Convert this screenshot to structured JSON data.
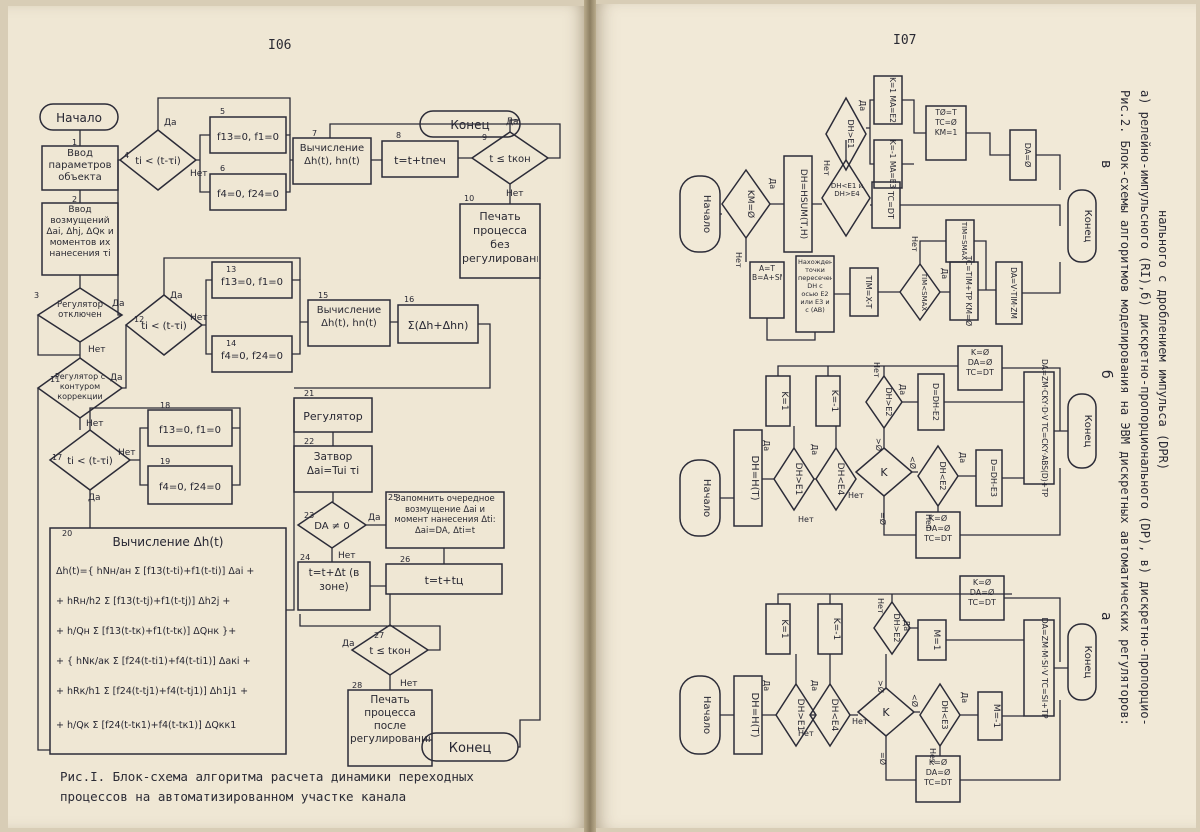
{
  "left_page": {
    "page_number": "I06",
    "caption_line1": "Рис.I. Блок-схема алгоритма расчета динамики переходных",
    "caption_line2": "процессов на автоматизированном участке канала",
    "start": "Начало",
    "end": "Конец",
    "yes": "Да",
    "no": "Нет",
    "b1": "Ввод параметров объекта",
    "b2": "Ввод возмущений Δai, Δhj, ΔQк и моментов их нанесения τi",
    "b3": "Регулятор отключен",
    "b4": "ti < (t-τi)",
    "b5": "f13=0, f1=0",
    "b6": "f4=0, f24=0",
    "b7": "Вычисление Δh(t), hn(t)",
    "b8": "t=t+tпеч",
    "b9": "t ≤ tкон",
    "b10": "Печать процесса без регулирования",
    "b11": "Регулятор с контуром коррекции",
    "b12": "ti < (t-τi)",
    "b13": "f13=0, f1=0",
    "b14": "f4=0, f24=0",
    "b15": "Вычисление Δh(t), hn(t)",
    "b16": "Σ(Δh+Δhn)",
    "b17": "ti < (t-τi)",
    "b18": "f13=0, f1=0",
    "b19": "f4=0, f24=0",
    "b20": "Вычисление Δh(t)",
    "b21": "Регулятор",
    "b22": "Затвор Δai=Tui τi",
    "b23": "DA ≠ 0",
    "b24": "t=t+Δt (в зоне)",
    "b25": "Запомнить очередное возмущение Δai и момент нанесения Δti: Δai=DA, Δti=t",
    "b26": "t=t+tц",
    "b27": "t ≤ tкон",
    "b28": "Печать процесса после регулирования",
    "n": [
      "1",
      "2",
      "3",
      "4",
      "5",
      "6",
      "7",
      "8",
      "9",
      "10",
      "11",
      "12",
      "13",
      "14",
      "15",
      "16",
      "17",
      "18",
      "19",
      "20",
      "21",
      "22",
      "23",
      "24",
      "25",
      "26",
      "27",
      "28"
    ],
    "formula": [
      "Δh(t)={ hNн/aн Σ [f13(t-ti)+f1(t-ti)] Δai +",
      "+ hRн/h2 Σ [f13(t-tj)+f1(t-tj)] Δh2j +",
      "+ h/Qн Σ [f13(t-tк)+f1(t-tк)] ΔQнк }+",
      "+ { hNк/aк Σ [f24(t-ti1)+f4(t-ti1)] Δaкi +",
      "+ hRк/h1 Σ [f24(t-tj1)+f4(t-tj1)] Δh1j1 +",
      "+ h/Qк Σ [f24(t-tк1)+f4(t-tк1)] ΔQкк1"
    ]
  },
  "right_page": {
    "page_number": "I07",
    "caption_line1": "Рис.2. Блок-схемы алгоритмов моделирования на ЭВМ дискретных автоматических регуляторов:",
    "caption_line2": "а) релейно-импульсного (RI),б) дискретно-пропорционального (DP), в) дискретно-пропорцио-",
    "caption_line3": "нального с дроблением импульса (DPR)",
    "label_a": "а",
    "label_b": "б",
    "label_v": "в",
    "start": "Начало",
    "end": "Конец",
    "yes": "Да",
    "no": "Нет",
    "diagA": {
      "dh": "DH=H(T)",
      "c1": "DH>E1",
      "c2": "DH<E4",
      "k": "K",
      "c3": "DH>E2",
      "c4": "DH<E3",
      "k1": "K=1",
      "km1": "K=-1",
      "m1": "M=1",
      "mm1": "M=-1",
      "res1": "K=Ø DA=Ø TC=DT",
      "res2": "K=Ø DA=Ø TC=DT",
      "calc": "DA=ZM·M·SI·V TC=SI+TP",
      "gt0": ">Ø",
      "lt0": "<Ø",
      "eq0": "=Ø"
    },
    "diagB": {
      "dh": "DH=H(T)",
      "c1": "DH>E1",
      "c2": "DH<E4",
      "k": "K",
      "c3": "DH>E2",
      "c4": "DH<E2",
      "k1": "K=1",
      "km1": "K=-1",
      "d1": "D=DH-E2",
      "d2": "D=DH-E3",
      "res1": "K=Ø DA=Ø TC=DT",
      "res2": "K=Ø DA=Ø TC=DT",
      "calc": "DA=ZM·CKY·D·V TC=CKY·ABS(D)+TP",
      "gt0": ">Ø",
      "lt0": "<Ø",
      "eq0": "=Ø"
    },
    "diagV": {
      "km": "KM=Ø",
      "dh": "DH=HSUM(T,H)",
      "ab": "A=T B=A+SMAX",
      "cross": "Нахождение точки пересечения DH с осью E2 или E3 и с (AB)",
      "tim": "TIM=X-T",
      "c_smax": "TIM<SMAX",
      "tcset": "TC=TIM+TP KM=Ø",
      "timsmax": "TIM=SMAX",
      "da1": "DA=V·TIM·ZM",
      "cmp": "DH<E1 и DH>E4",
      "tcdt": "TC=DT",
      "e1": "DH>E1",
      "k1": "K=1 MA=E2",
      "km1": "K=-1 MA=E3",
      "t0": "TØ=T TC=Ø KM=1",
      "da0": "DA=Ø"
    }
  }
}
